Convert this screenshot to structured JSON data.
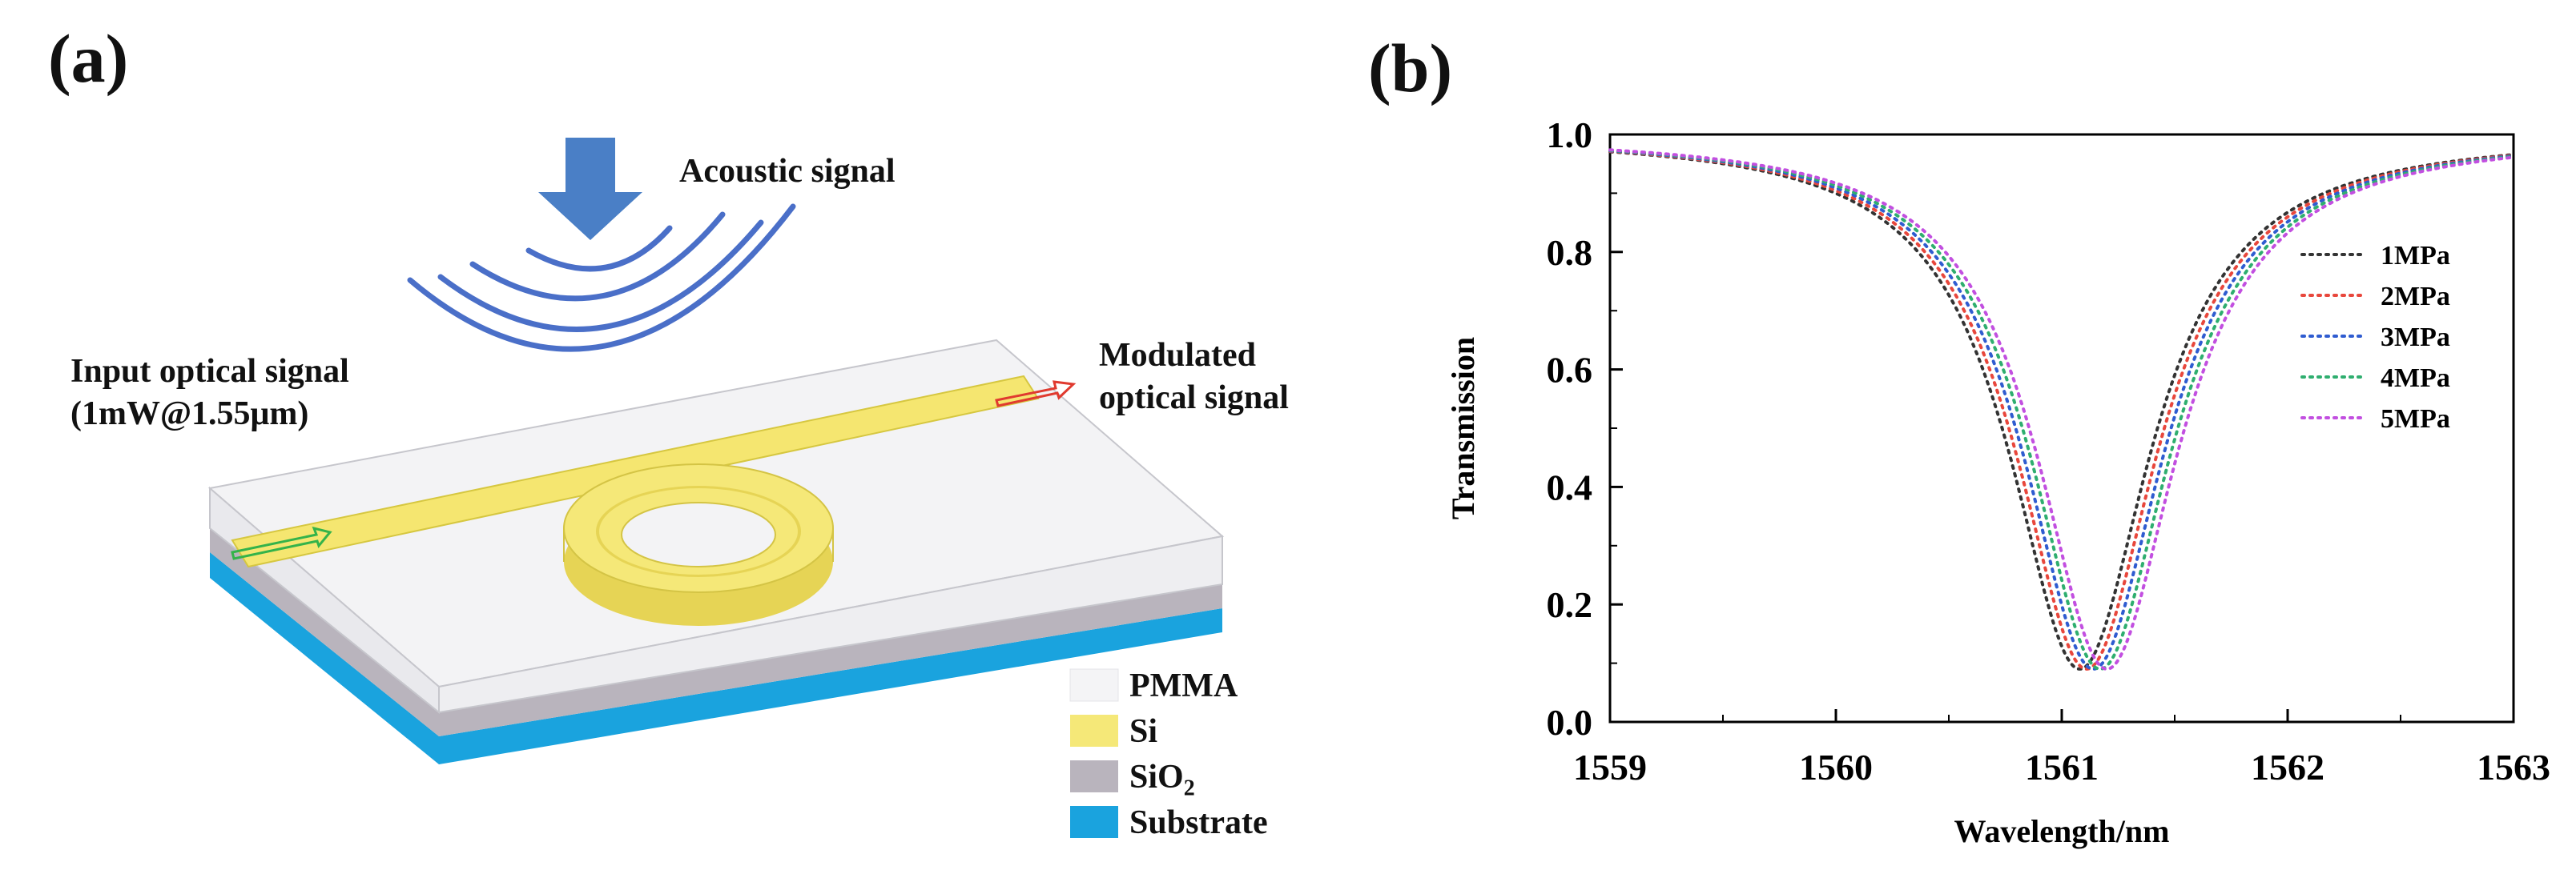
{
  "panel_a": {
    "label": "(a)",
    "acoustic_label": "Acoustic signal",
    "input_label_line1": "Input optical signal",
    "input_label_line2": "(1mW@1.55μm)",
    "output_label_line1": "Modulated",
    "output_label_line2": "optical signal",
    "materials": [
      {
        "name": "PMMA",
        "color": "#f4f4f6"
      },
      {
        "name": "Si",
        "color": "#f5e878"
      },
      {
        "name": "SiO",
        "sub": "2",
        "color": "#b9b4bd"
      },
      {
        "name": "Substrate",
        "color": "#1aa3de"
      }
    ]
  },
  "panel_b": {
    "label": "(b)"
  },
  "chart_data": {
    "type": "line",
    "xlabel": "Wavelength/nm",
    "ylabel": "Transmission",
    "xlim": [
      1559,
      1563
    ],
    "ylim": [
      0.0,
      1.0
    ],
    "x_ticks": [
      "1559",
      "1560",
      "1561",
      "1562",
      "1563"
    ],
    "y_ticks": [
      "0.0",
      "0.2",
      "0.4",
      "0.6",
      "0.8",
      "1.0"
    ],
    "line_style": "dotted",
    "legend_position": "top-right",
    "grid": false,
    "resonance": {
      "min_transmission": 0.09,
      "half_width_nm": 0.38
    },
    "series": [
      {
        "name": "1MPa",
        "color": "#333333",
        "center": 1561.08
      },
      {
        "name": "2MPa",
        "color": "#e8473c",
        "center": 1561.11
      },
      {
        "name": "3MPa",
        "color": "#2f5cd0",
        "center": 1561.14
      },
      {
        "name": "4MPa",
        "color": "#2fae6f",
        "center": 1561.17
      },
      {
        "name": "5MPa",
        "color": "#c24fe0",
        "center": 1561.2
      }
    ]
  }
}
